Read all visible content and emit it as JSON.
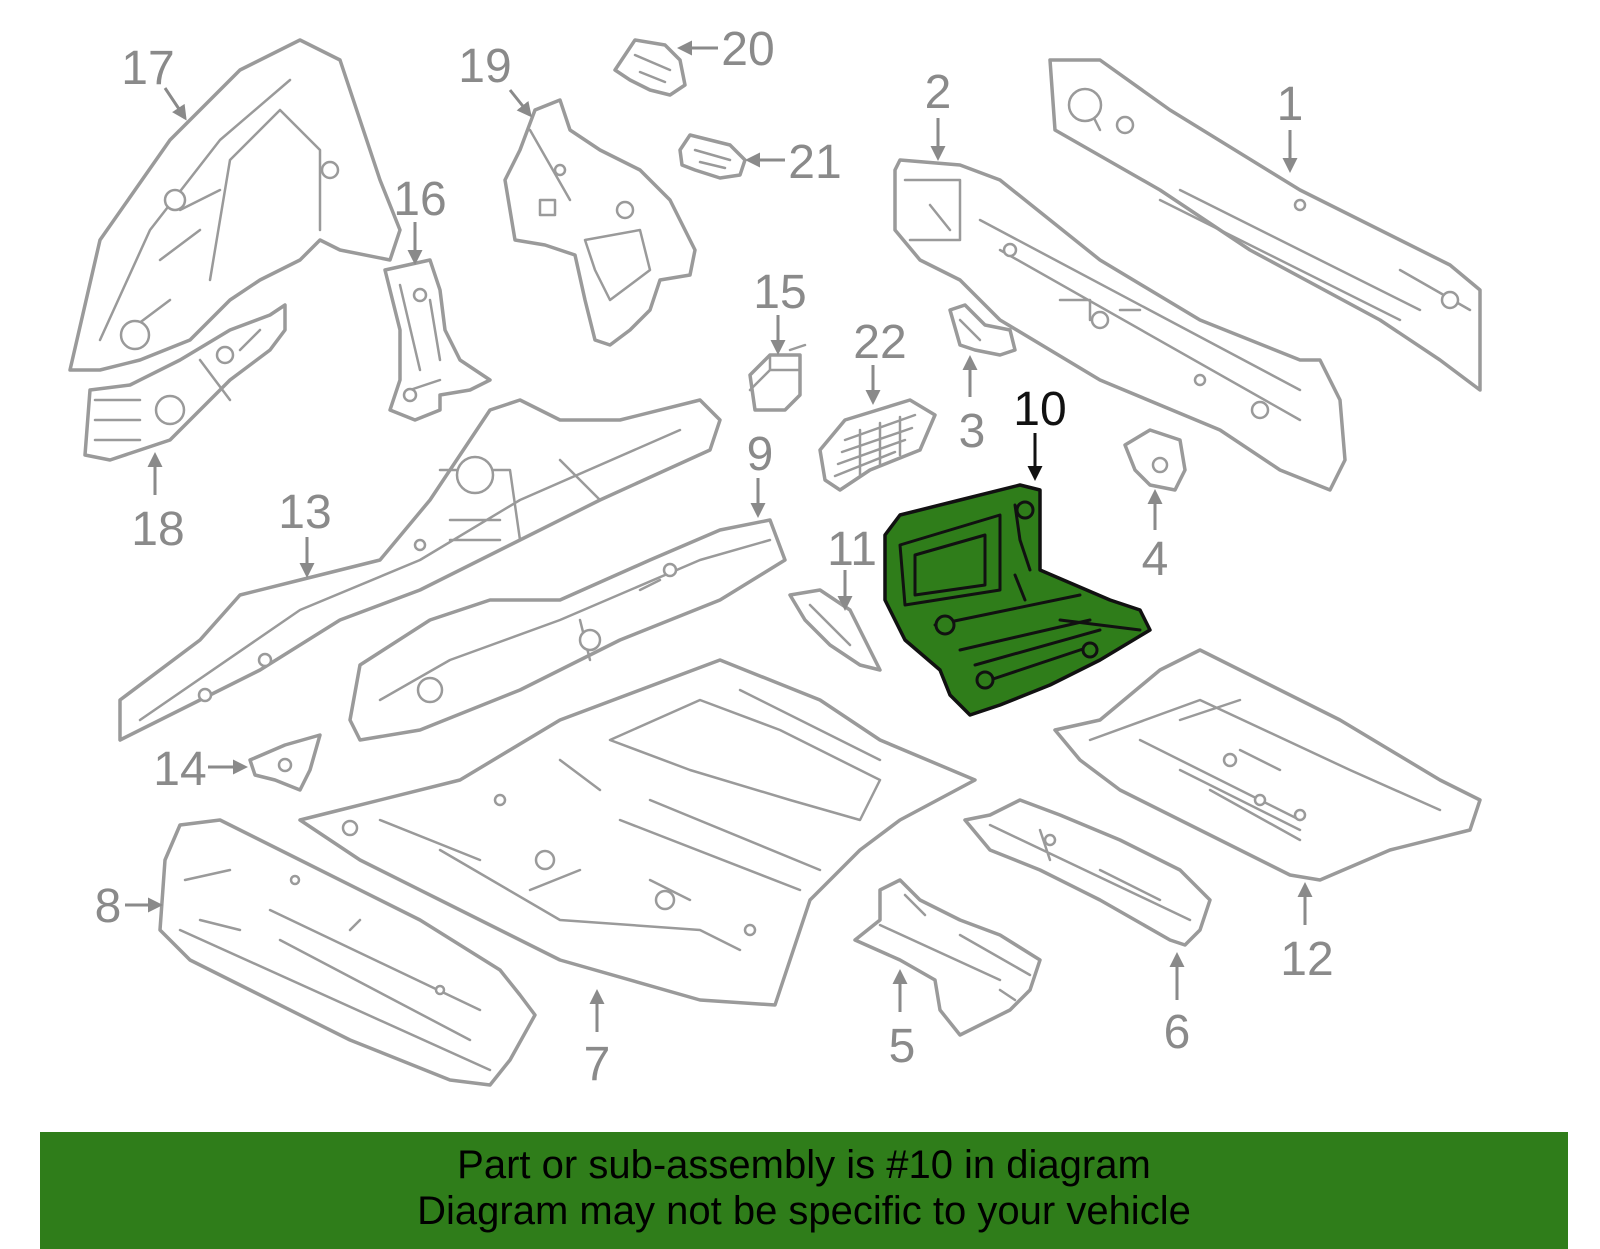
{
  "callouts": [
    {
      "id": "1",
      "label": "1"
    },
    {
      "id": "2",
      "label": "2"
    },
    {
      "id": "3",
      "label": "3"
    },
    {
      "id": "4",
      "label": "4"
    },
    {
      "id": "5",
      "label": "5"
    },
    {
      "id": "6",
      "label": "6"
    },
    {
      "id": "7",
      "label": "7"
    },
    {
      "id": "8",
      "label": "8"
    },
    {
      "id": "9",
      "label": "9"
    },
    {
      "id": "10",
      "label": "10",
      "highlighted": true
    },
    {
      "id": "11",
      "label": "11"
    },
    {
      "id": "12",
      "label": "12"
    },
    {
      "id": "13",
      "label": "13"
    },
    {
      "id": "14",
      "label": "14"
    },
    {
      "id": "15",
      "label": "15"
    },
    {
      "id": "16",
      "label": "16"
    },
    {
      "id": "17",
      "label": "17"
    },
    {
      "id": "18",
      "label": "18"
    },
    {
      "id": "19",
      "label": "19"
    },
    {
      "id": "20",
      "label": "20"
    },
    {
      "id": "21",
      "label": "21"
    },
    {
      "id": "22",
      "label": "22"
    }
  ],
  "banner": {
    "line1": "Part or sub-assembly is #10 in diagram",
    "line2": "Diagram may not be specific to your vehicle"
  },
  "colors": {
    "highlight": "#2f7d1a",
    "part_stroke": "#9a9a9a",
    "label": "#8a8a8a",
    "highlight_label": "#111111"
  }
}
